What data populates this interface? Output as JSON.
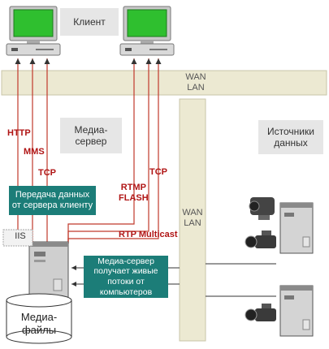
{
  "labels": {
    "client": "Клиент",
    "media_server": "Медиа-\nсервер",
    "data_sources": "Источники\nданных",
    "wan_h": "WAN",
    "lan_h": "LAN",
    "wan_v": "WAN",
    "lan_v": "LAN",
    "iis": "IIS",
    "media_files": "Медиа-\nфайлы"
  },
  "protocols": {
    "http": "HTTP",
    "mms": "MMS",
    "tcp_left": "TCP",
    "rtmp_flash": "RTMP\nFLASH",
    "tcp_right": "TCP",
    "rtp_multicast": "RTP Multicast"
  },
  "callouts": {
    "transfer": "Передача данных\nот сервера клиенту",
    "receive": "Медиа-сервер\nполучает живые\nпотоки от\nкомпьютеров"
  },
  "colors": {
    "teal": "#1c7d78",
    "protocol_red": "#b01515",
    "band": "#ece9d2",
    "grey_box": "#e6e6e6",
    "screen_green": "#2fbf2f"
  }
}
